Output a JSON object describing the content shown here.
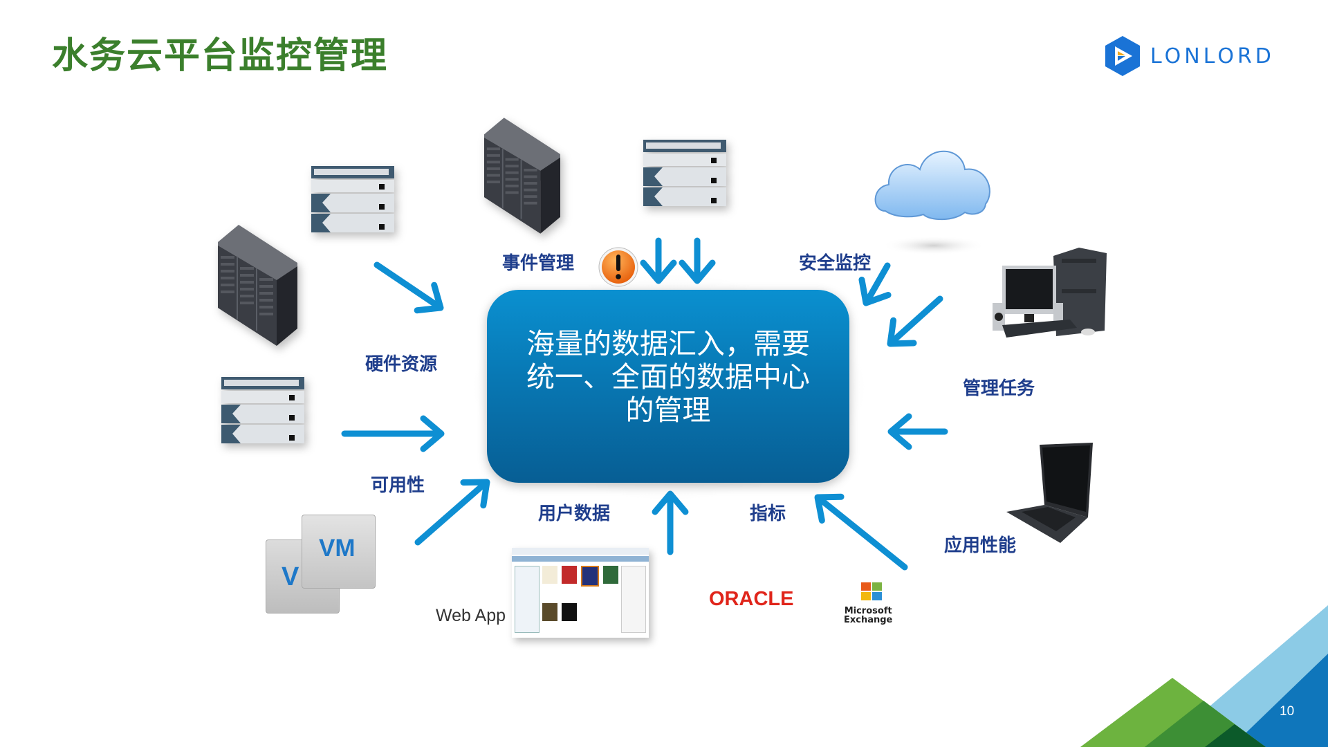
{
  "slide": {
    "title": "水务云平台监控管理",
    "page_number": "10"
  },
  "logo": {
    "text": "LONLORD",
    "icon": "lonlord-hexagon-play-icon",
    "colors": {
      "primary": "#1a73d6",
      "accent": "#f0a81c"
    }
  },
  "center": {
    "text_lines": [
      "海量的数据汇入，需要",
      "统一、全面的数据中心",
      "的管理"
    ]
  },
  "labels": {
    "event_mgmt": "事件管理",
    "security": "安全监控",
    "hardware": "硬件资源",
    "tasks": "管理任务",
    "availability": "可用性",
    "user_data": "用户数据",
    "metrics": "指标",
    "app_perf": "应用性能"
  },
  "sources": {
    "web_app_label": "Web App",
    "oracle": "ORACLE",
    "exchange_line1": "Microsoft",
    "exchange_line2": "Exchange",
    "vm_front": "VM",
    "vm_back": "V"
  },
  "colors": {
    "title_green": "#3b7f2c",
    "arrow_blue": "#0e8fd3",
    "box_blue_top": "#0a90d0",
    "box_blue_bottom": "#075e94",
    "label_navy": "#1f3e8c",
    "corner_light_green": "#6db33f",
    "corner_green": "#3d8f35",
    "corner_dark_green": "#0c5a2a",
    "corner_light_blue": "#8ccbe6",
    "corner_blue": "#0f76bb"
  }
}
